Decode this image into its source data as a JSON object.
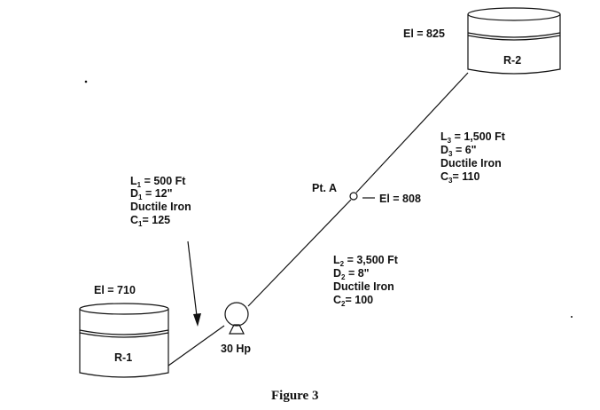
{
  "reservoir_1": {
    "label": "R-1",
    "elevation": "El = 710"
  },
  "reservoir_2": {
    "label": "R-2",
    "elevation": "El = 825"
  },
  "pump": {
    "label": "30 Hp"
  },
  "point_a": {
    "label": "Pt. A",
    "elevation": "El = 808"
  },
  "pipe_1": {
    "L": "L",
    "L_sub": "1",
    "L_val": " = 500 Ft",
    "D": "D",
    "D_sub": "1",
    "D_val": " = 12\"",
    "material": "Ductile Iron",
    "C": "C",
    "C_sub": "1",
    "C_val": "= 125"
  },
  "pipe_2": {
    "L": "L",
    "L_sub": "2",
    "L_val": " = 3,500 Ft",
    "D": "D",
    "D_sub": "2",
    "D_val": " = 8\"",
    "material": "Ductile Iron",
    "C": "C",
    "C_sub": "2",
    "C_val": "= 100"
  },
  "pipe_3": {
    "L": "L",
    "L_sub": "3",
    "L_val": " = 1,500 Ft",
    "D": "D",
    "D_sub": "3",
    "D_val": " = 6\"",
    "material": "Ductile Iron",
    "C": "C",
    "C_sub": "3",
    "C_val": "= 110"
  },
  "caption": "Figure 3"
}
